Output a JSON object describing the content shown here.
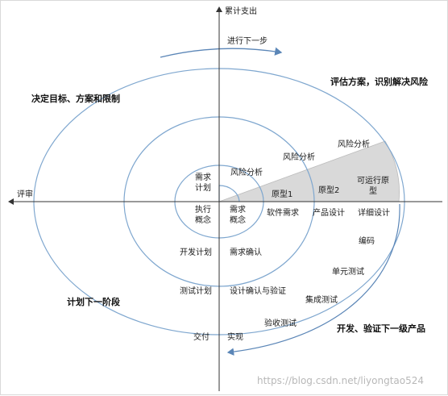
{
  "axes": {
    "y_top": "累计支出",
    "x_left": "评审",
    "progress": "进行下一步"
  },
  "quadrants": {
    "top_left": "决定目标、方案和限制",
    "top_right": "评估方案，识别解决风险",
    "bottom_left": "计划下一阶段",
    "bottom_right": "开发、验证下一级产品"
  },
  "top_right_items": {
    "risk1": "风险分析",
    "risk2": "风险分析",
    "risk3": "风险分析",
    "proto1": "原型1",
    "proto2": "原型2",
    "proto3_line1": "可运行原",
    "proto3_line2": "型"
  },
  "top_left_items": {
    "req_plan_line1": "需求",
    "req_plan_line2": "计划"
  },
  "bottom_left_items": {
    "exec_line1": "执行",
    "exec_line2": "概念",
    "dev_plan": "开发计划",
    "test_plan": "测试计划",
    "deliver": "交付"
  },
  "bottom_right_items": {
    "req_concept_line1": "需求",
    "req_concept_line2": "概念",
    "software_req": "软件需求",
    "product_design": "产品设计",
    "detail_design": "详细设计",
    "coding": "编码",
    "unit_test": "单元测试",
    "integration_test": "集成测试",
    "acceptance_test": "验收测试",
    "req_confirm": "需求确认",
    "design_confirm": "设计确认与验证",
    "implement": "实现"
  },
  "watermark": "https://blog.csdn.net/liyongtao524",
  "colors": {
    "spiral": "#7fa7cf",
    "axis": "#333333",
    "shade": "#d9d9d9",
    "arrow": "#5b86b7"
  }
}
